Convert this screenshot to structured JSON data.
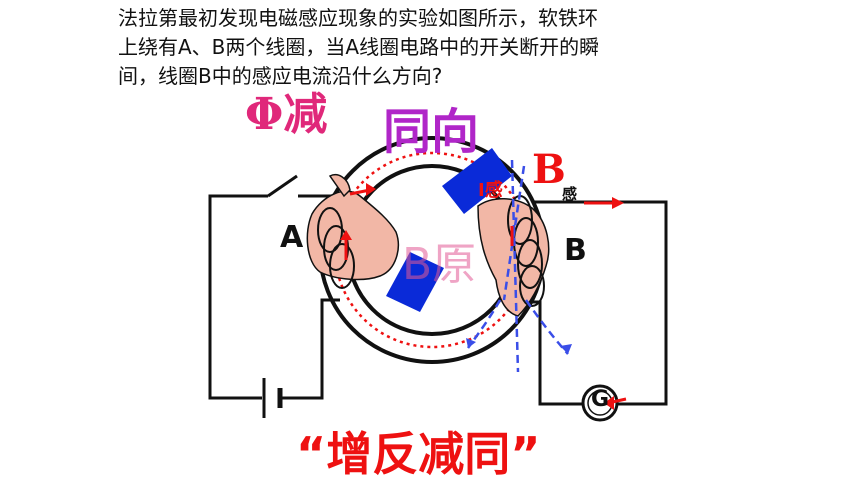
{
  "question": {
    "line1": "法拉第最初发现电磁感应现象的实验如图所示，软铁环",
    "line2": "上绕有A、B两个线圈，当A线圈电路中的开关断开的瞬",
    "line3": "间，线圈B中的感应电流沿什么方向?"
  },
  "labels": {
    "phi_decrease": "Φ减",
    "same_direction": "同向",
    "b_induced_letter": "B",
    "b_induced_sub": "感",
    "i_induced": "I感",
    "coil_a": "A",
    "coil_b": "B",
    "b_original": "B原",
    "galvanometer": "G",
    "rule": "“增反减同”"
  },
  "colors": {
    "wire": "#111111",
    "ring": "#111111",
    "red": "#e11111",
    "magenta": "#e0287a",
    "purple": "#b026c8",
    "blue_arrow": "#0a2ad8",
    "dashed_blue": "#3a4ee8",
    "skin": "#f2b7a6"
  }
}
